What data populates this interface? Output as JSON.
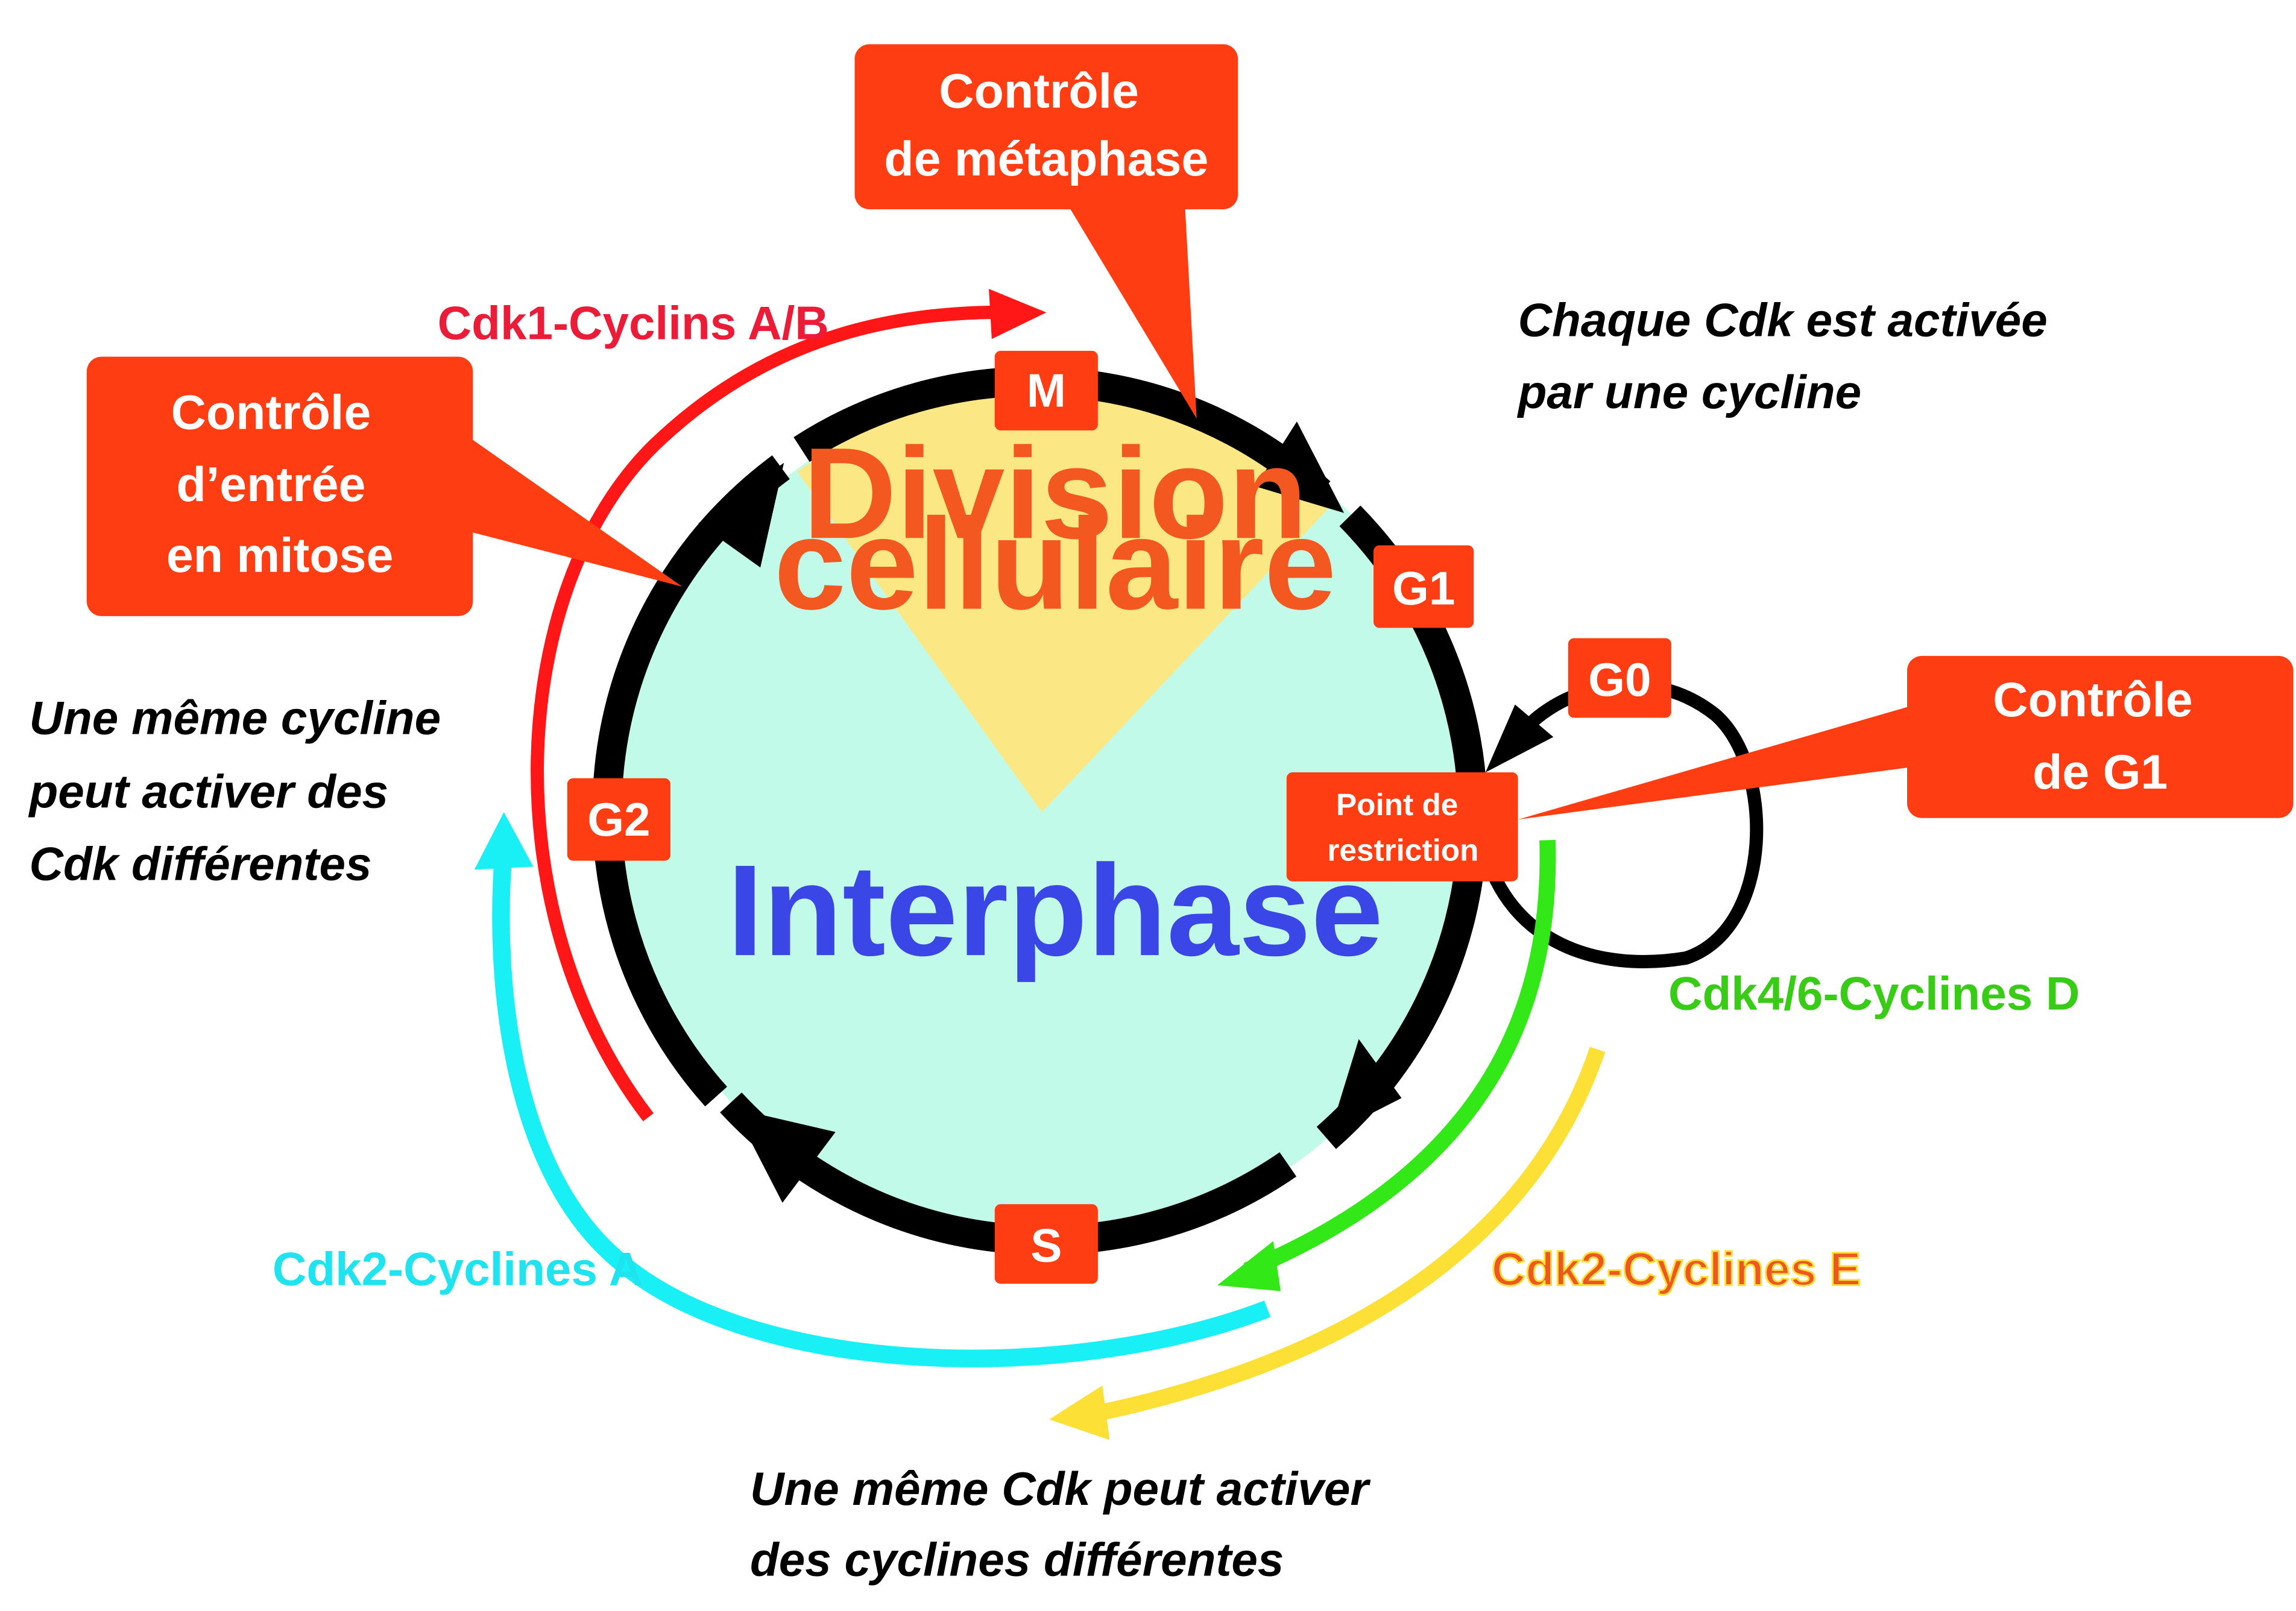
{
  "colors": {
    "callout": "#ff3d12",
    "cycle_ring": "#000000",
    "interphase_fill": "#c2fae9",
    "division_fill": "#fbe885",
    "cdk1_arc": "#ff1616",
    "cdk2a_arc": "#19f0f5",
    "cdk46_arc": "#33e817",
    "cdk2e_arc": "#fde035",
    "division_label": "#f2581f",
    "interphase_label": "#3a46e5",
    "cdk1_label": "#ea1c38",
    "cdk2a_label": "#1fe3ee",
    "cdk46_label": "#39cc16",
    "cdk2e_label": "#ee5722"
  },
  "center_labels": {
    "division_line1": "Division",
    "division_line2": "cellulaire",
    "interphase": "Interphase"
  },
  "phases": {
    "m": "M",
    "g1": "G1",
    "g0": "G0",
    "g2": "G2",
    "s": "S",
    "restriction_line1": "Point de",
    "restriction_line2": "restriction"
  },
  "callouts": {
    "metaphase": [
      "Contrôle",
      "de métaphase"
    ],
    "mitosis_entry": [
      "Contrôle",
      "d’entrée",
      "en mitose"
    ],
    "g1": [
      "Contrôle",
      "de G1"
    ]
  },
  "complexes": {
    "cdk1": "Cdk1-Cyclins A/B",
    "cdk2_a": "Cdk2-Cyclines A",
    "cdk46_d": "Cdk4/6-Cyclines D",
    "cdk2_e": "Cdk2-Cyclines E"
  },
  "notes": {
    "top_right": [
      "Chaque Cdk est activée",
      "par une cycline"
    ],
    "left": [
      "Une même cycline",
      "peut activer des",
      "Cdk différentes"
    ],
    "bottom": [
      "Une même Cdk peut activer",
      "des cyclines différentes"
    ]
  }
}
